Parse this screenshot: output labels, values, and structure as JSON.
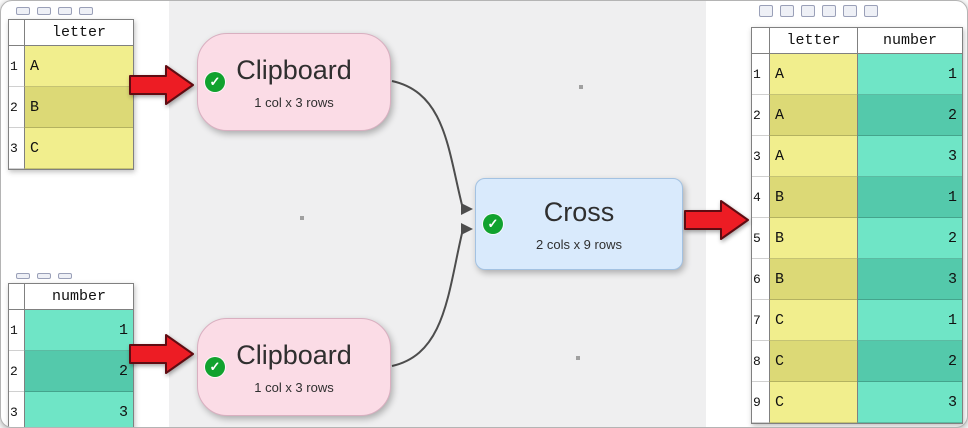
{
  "canvas": {
    "clipboard_top": {
      "title": "Clipboard",
      "subtitle": "1 col x 3 rows",
      "status_icon": "check-icon"
    },
    "clipboard_bottom": {
      "title": "Clipboard",
      "subtitle": "1 col x 3 rows",
      "status_icon": "check-icon"
    },
    "cross": {
      "title": "Cross",
      "subtitle": "2 cols x 9 rows",
      "status_icon": "check-icon"
    },
    "check_glyph": "✓"
  },
  "letter_table": {
    "header": "letter",
    "rows": [
      {
        "n": "1",
        "v": "A"
      },
      {
        "n": "2",
        "v": "B"
      },
      {
        "n": "3",
        "v": "C"
      }
    ]
  },
  "number_table": {
    "header": "number",
    "rows": [
      {
        "n": "1",
        "v": "1"
      },
      {
        "n": "2",
        "v": "2"
      },
      {
        "n": "3",
        "v": "3"
      }
    ]
  },
  "result_table": {
    "headers": {
      "letter": "letter",
      "number": "number"
    },
    "rows": [
      {
        "n": "1",
        "letter": "A",
        "number": "1"
      },
      {
        "n": "2",
        "letter": "A",
        "number": "2"
      },
      {
        "n": "3",
        "letter": "A",
        "number": "3"
      },
      {
        "n": "4",
        "letter": "B",
        "number": "1"
      },
      {
        "n": "5",
        "letter": "B",
        "number": "2"
      },
      {
        "n": "6",
        "letter": "B",
        "number": "3"
      },
      {
        "n": "7",
        "letter": "C",
        "number": "1"
      },
      {
        "n": "8",
        "letter": "C",
        "number": "2"
      },
      {
        "n": "9",
        "letter": "C",
        "number": "3"
      }
    ]
  },
  "colors": {
    "cell_yellow": "#f1ee8d",
    "cell_yellow_shaded": "#dcd976",
    "cell_teal": "#6fe5c6",
    "cell_teal_shaded": "#54c9ab",
    "node_input_pink": "#fbdce6",
    "node_transform_blue": "#d9eafc",
    "status_green": "#11a22e",
    "arrow_red": "#ed1c24",
    "canvas_gray": "#efeff0"
  }
}
